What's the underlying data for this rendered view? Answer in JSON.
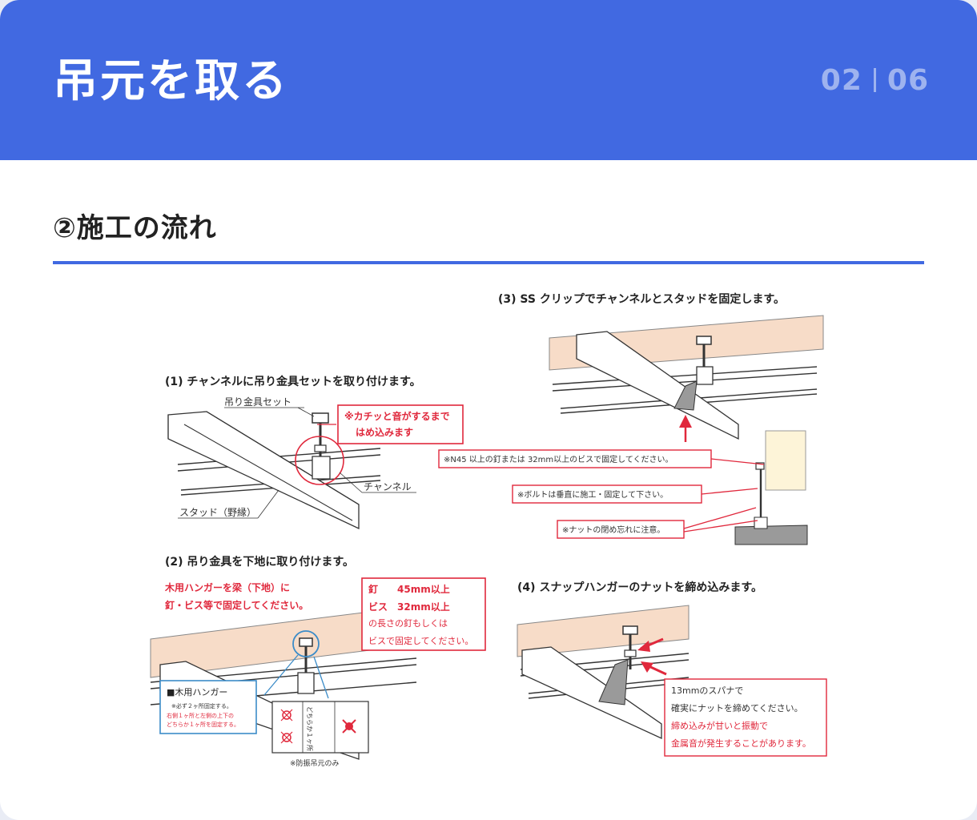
{
  "header": {
    "title": "吊元を取る",
    "page_current": "02",
    "page_total": "06"
  },
  "section_title": "②施工の流れ",
  "colors": {
    "accent": "#4169e1",
    "alert_red": "#e0283c",
    "wood": "#f7dcc8",
    "callout_blue": "#3c8cc8"
  },
  "steps": {
    "s1": {
      "heading": "(1) チャンネルに吊り金具セットを取り付けます。",
      "label_set": "吊り金具セット",
      "label_channel": "チャンネル",
      "label_stud": "スタッド（野縁）",
      "note1": "※カチッと音がするまで",
      "note2": "はめ込みます"
    },
    "s2": {
      "heading": "(2) 吊り金具を下地に取り付けます。",
      "red1": "木用ハンガーを梁（下地）に",
      "red2": "釘・ビス等で固定してください。",
      "spec1": "釘　　45mm以上",
      "spec2": "ビス　32mm以上",
      "spec3": "の長さの釘もしくは",
      "spec4": "ビスで固定してください。",
      "hanger_title": "■木用ハンガー",
      "hanger_n1": "※必ず２ヶ所固定する。",
      "hanger_n2": "右側１ヶ所と左側の上下の",
      "hanger_n3": "どちらか１ヶ所を固定する。",
      "vertical_label": "どちらか１ヶ所",
      "anti_vib": "※防振吊元のみ"
    },
    "s3": {
      "heading": "(3) SS クリップでチャンネルとスタッドを固定します。",
      "note_nail": "※N45 以上の釘または 32mm以上のビスで固定してください。",
      "note_bolt": "※ボルトは垂直に施工・固定して下さい。",
      "note_nut": "※ナットの閉め忘れに注意。"
    },
    "s4": {
      "heading": "(4) スナップハンガーのナットを締め込みます。",
      "n1": "13mmのスパナで",
      "n2": "確実にナットを締めてください。",
      "n3": "締め込みが甘いと振動で",
      "n4": "金属音が発生することがあります。"
    }
  }
}
